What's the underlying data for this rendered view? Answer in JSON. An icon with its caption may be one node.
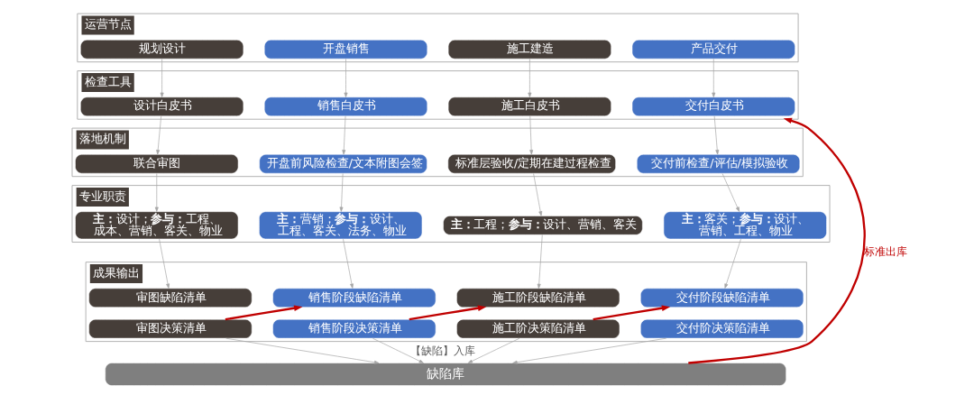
{
  "diagram": {
    "nodes": [
      {
        "text": [
          "运营节点"
        ]
      },
      {
        "text": [
          "规划设计"
        ],
        "in": 0
      },
      {
        "text": [
          "开盘销售"
        ],
        "in": 0
      },
      {
        "text": [
          "施工建造"
        ],
        "in": 0
      },
      {
        "text": [
          "产品交付"
        ],
        "in": 0
      },
      {
        "text": [
          "检查工具"
        ]
      },
      {
        "text": [
          "设计白皮书"
        ],
        "in": 5
      },
      {
        "text": [
          "销售白皮书"
        ],
        "in": 5
      },
      {
        "text": [
          "施工白皮书"
        ],
        "in": 5
      },
      {
        "text": [
          "交付白皮书"
        ],
        "in": 5
      },
      {
        "text": [
          "落地机制"
        ]
      },
      {
        "text": [
          "联合审图"
        ],
        "in": 10
      },
      {
        "text": [
          "开盘前风险检查/文本附图会签"
        ],
        "in": 10
      },
      {
        "text": [
          "标准层验收/定期在建过程检查"
        ],
        "in": 10
      },
      {
        "text": [
          "交付前检查/评估/模拟验收"
        ],
        "in": 10
      },
      {
        "text": [
          "专业职责"
        ]
      },
      {
        "text": [
          "**主：**设计；**参与：**工程、成本、营销、客关、物业"
        ],
        "in": 15
      },
      {
        "text": [
          "**主：**营销；**参与：**设计、工程、客关、法务、物业"
        ],
        "in": 15
      },
      {
        "text": [
          "**主：**工程；**参与：**设计、营销、客关"
        ],
        "in": 15
      },
      {
        "text": [
          "**主：**客关；**参与：**设计、营销、工程、物业"
        ],
        "in": 15
      },
      {
        "text": [
          "成果输出"
        ]
      },
      {
        "text": [
          "审图缺陷清单"
        ],
        "in": 20
      },
      {
        "text": [
          "审图决策清单"
        ],
        "in": 20
      },
      {
        "text": [
          "销售阶段缺陷清单"
        ],
        "in": 20
      },
      {
        "text": [
          "销售阶段决策清单"
        ],
        "in": 20
      },
      {
        "text": [
          "施工阶段缺陷清单"
        ],
        "in": 20
      },
      {
        "text": [
          "施工阶决策陷清单"
        ],
        "in": 20
      },
      {
        "text": [
          "交付阶段缺陷清单"
        ],
        "in": 20
      },
      {
        "text": [
          "交付阶决策陷清单"
        ],
        "in": 20
      },
      {
        "text": [
          "缺陷库"
        ]
      }
    ],
    "edges": [
      {
        "from": 1,
        "to": 6,
        "arrow": "to"
      },
      {
        "from": 2,
        "to": 7,
        "arrow": "to"
      },
      {
        "from": 3,
        "to": 8,
        "arrow": "to"
      },
      {
        "from": 4,
        "to": 9,
        "arrow": "to"
      },
      {
        "from": 6,
        "to": 11,
        "arrow": "to"
      },
      {
        "from": 7,
        "to": 12,
        "arrow": "to"
      },
      {
        "from": 8,
        "to": 13,
        "arrow": "to"
      },
      {
        "from": 9,
        "to": 14,
        "arrow": "to"
      },
      {
        "from": 11,
        "to": 16,
        "arrow": "to"
      },
      {
        "from": 12,
        "to": 17,
        "arrow": "to"
      },
      {
        "from": 13,
        "to": 18,
        "arrow": "to"
      },
      {
        "from": 14,
        "to": 19,
        "arrow": "to"
      },
      {
        "from": 16,
        "to": 21,
        "arrow": "to"
      },
      {
        "from": 17,
        "to": 23,
        "arrow": "to"
      },
      {
        "from": 18,
        "to": 25,
        "arrow": "to"
      },
      {
        "from": 19,
        "to": 27,
        "arrow": "to"
      },
      {
        "from": 22,
        "to": 23,
        "arrow": "to",
        "style": "thick",
        "color": "#c00000"
      },
      {
        "from": 24,
        "to": 25,
        "arrow": "to",
        "style": "thick",
        "color": "#c00000"
      },
      {
        "from": 26,
        "to": 27,
        "arrow": "to",
        "style": "thick",
        "color": "#c00000"
      },
      {
        "from": 22,
        "to": 29,
        "arrow": "to"
      },
      {
        "from": 24,
        "to": 29,
        "arrow": "to",
        "label": "【缺陷】入库"
      },
      {
        "from": 26,
        "to": 29,
        "arrow": "to"
      },
      {
        "from": 28,
        "to": 29,
        "arrow": "to"
      },
      {
        "from": 29,
        "to": 5,
        "arrow": "to",
        "label": "标准出库",
        "style": "thick",
        "color": "#c00000"
      }
    ]
  }
}
